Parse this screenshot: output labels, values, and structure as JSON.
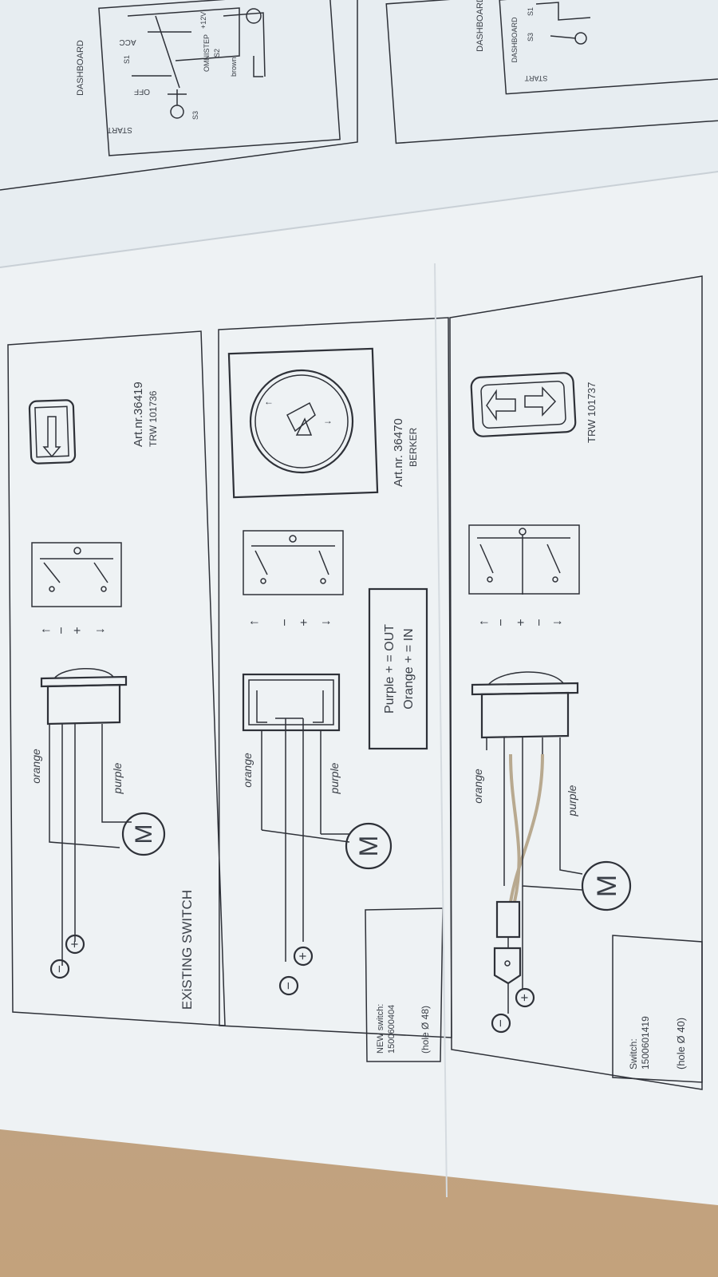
{
  "top_panel": {
    "dashboard_label": "DASHBOARD",
    "switch_positions": [
      "START",
      "OFF",
      "ACC"
    ],
    "terminal_labels": [
      "S3",
      "S1",
      "S2",
      "OMNISTEP",
      "brown",
      "+12V"
    ],
    "right_dashboard_label": "DASHBOARD",
    "right_dashboard_inner": "DASHBOARD",
    "right_start_label": "START",
    "right_terminals": [
      "S3",
      "S1"
    ]
  },
  "panel1": {
    "title": "EXiSTING SWITCH",
    "art_nr": "Art.nr.36419",
    "model": "TRW 101736",
    "wire_orange": "orange",
    "wire_purple": "purple",
    "motor": "M",
    "plus": "+",
    "minus": "−",
    "pin_symbols": [
      "↑",
      "−",
      "+",
      "↓"
    ]
  },
  "panel2": {
    "art_nr": "Art.nr. 36470",
    "model": "BERKER",
    "wire_orange": "orange",
    "wire_purple": "purple",
    "motor": "M",
    "plus": "+",
    "minus": "−",
    "legend_line1": "Purple + = OUT",
    "legend_line2": "Orange + = IN",
    "new_switch_label": "NEW switch:",
    "new_switch_number": "1500600404",
    "hole": "(hole Ø 48)",
    "pin_symbols": [
      "↑",
      "−",
      "+",
      "↓"
    ]
  },
  "panel3": {
    "model": "TRW 101737",
    "wire_orange": "orange",
    "wire_purple": "purple",
    "motor": "M",
    "plus": "+",
    "minus": "−",
    "switch_label": "Switch:",
    "switch_number": "1500601419",
    "hole": "(hole Ø 40)",
    "pin_symbols": [
      "↑",
      "−",
      "+",
      "−",
      "↓"
    ]
  }
}
